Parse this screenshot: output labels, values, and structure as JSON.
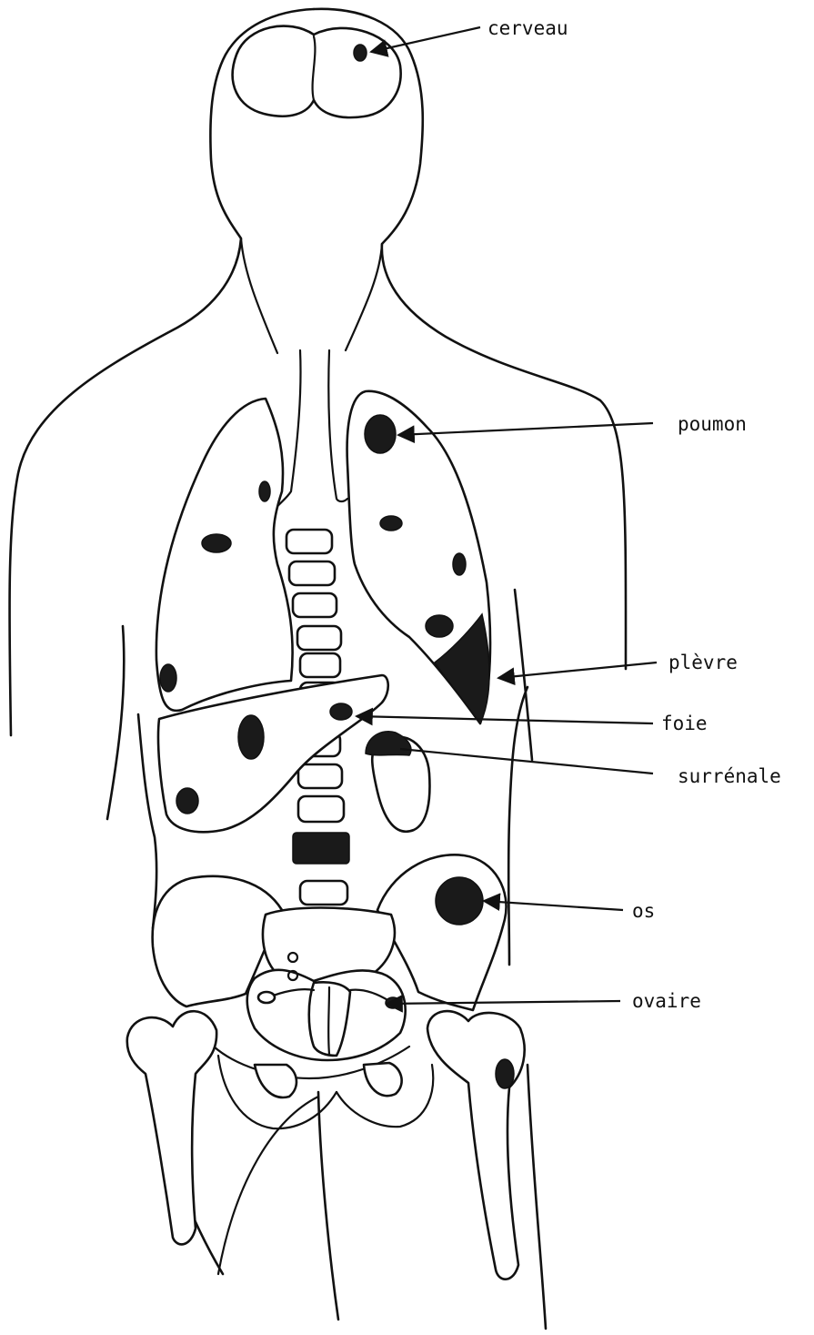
{
  "labels": {
    "cerveau": "cerveau",
    "poumon": "poumon",
    "plevre": "plèvre",
    "foie": "foie",
    "surrenale": "surrénale",
    "os": "os",
    "ovaire": "ovaire"
  },
  "colors": {
    "ink": "#111111",
    "lesion": "#1a1a1a",
    "paper": "#ffffff"
  }
}
